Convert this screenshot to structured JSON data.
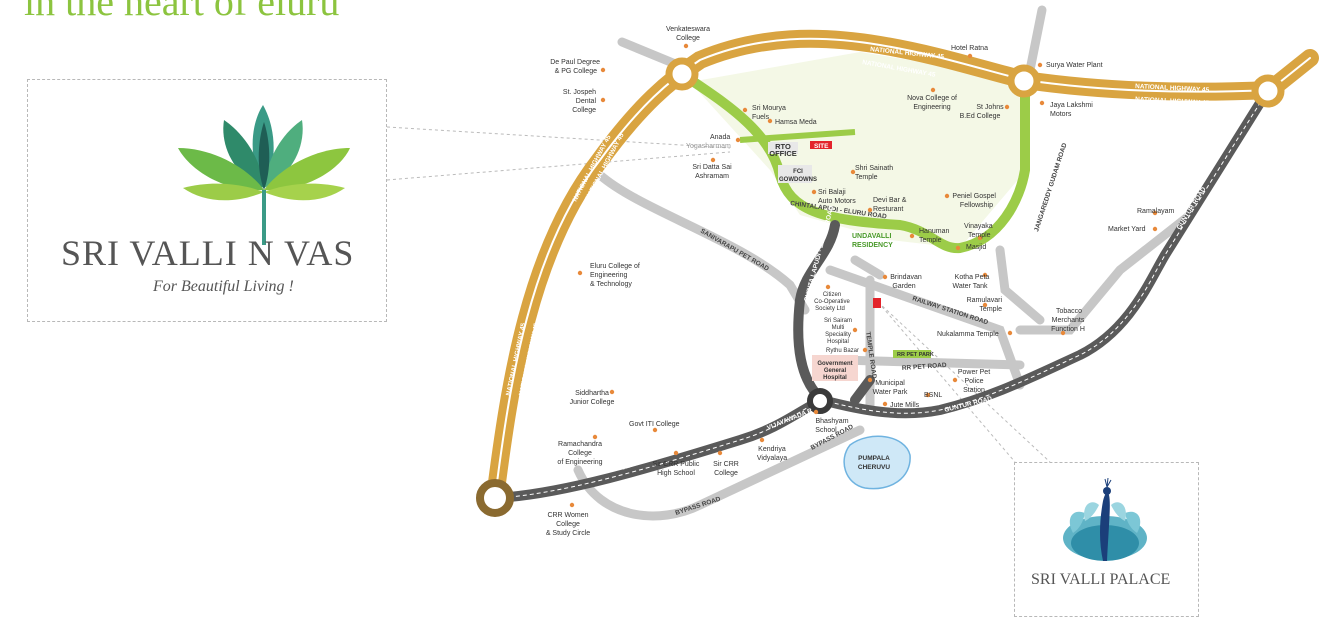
{
  "headline": "in the heart of eluru",
  "brand_left": {
    "name": "SRI VALLI N VAS",
    "tagline": "For Beautiful Living !"
  },
  "brand_right": {
    "name": "SRI VALLI PALACE"
  },
  "colors": {
    "highway": "#d9a441",
    "connector": "#9ccc48",
    "main_road": "#5a5a5a",
    "minor_road": "#c7c7c7",
    "landmark_dot": "#e8893a",
    "site": "#e3242b"
  },
  "roads": {
    "nh45_top1": "NATIONAL HIGHWAY 45",
    "nh45_top2": "NATIONAL HIGHWAY 45",
    "nh45_right1": "NATIONAL HIGHWAY 45",
    "nh45_right2": "NATIONAL HIGHWAY 45",
    "nh45_left1": "NATIONAL HIGHWAY 45",
    "nh45_left2": "NATIONAL HIGHWAY 45",
    "nh45_slant1": "NATIONAL HIGHWAY 45",
    "nh45_slant2": "NATIONAL HIGHWAY 45",
    "sanivarapu": "SANIVARAPU PET ROAD",
    "chintalapudi_eluru": "CHINTALAPUDI - ELURU ROAD",
    "chinta_lapudi_eluru": "CHINTA LAPUDI - ELURU ROAD",
    "jangareddy": "JANGAREDDY GUDAM ROAD",
    "guntur_upper": "GUNTUR ROAD",
    "guntur_lower": "GUNTUR ROAD",
    "railway_station": "RAILWAY STATION ROAD",
    "temple": "TEMPLE ROAD",
    "rr_pet": "RR PET ROAD",
    "vijayawada1": "VIJAYAWADA ROAD",
    "vijayawada2": "VIJAYAWADA R",
    "bypass1": "BYPASS ROAD",
    "bypass2": "BYPASS ROAD"
  },
  "landmarks": {
    "venkateswara": [
      "Venkateswara",
      "College"
    ],
    "depaul": [
      "De Paul Degree",
      "& PG College"
    ],
    "stjospeh": [
      "St. Jospeh",
      "Dental",
      "College"
    ],
    "srimourya": [
      "Sri Mourya",
      "Fuels"
    ],
    "hamsameda": [
      "Hamsa Meda"
    ],
    "anada": [
      "Anada"
    ],
    "yogasharmam": [
      "Yogasharmam"
    ],
    "sridatta": [
      "Sri Datta Sai",
      "Ashramam"
    ],
    "rto": [
      "RTO",
      "OFFICE"
    ],
    "site": [
      "SITE"
    ],
    "fci": [
      "FCI",
      "GOWDOWNS"
    ],
    "shrisainath": [
      "Shri Sainath",
      "Temple"
    ],
    "sribalaji": [
      "Sri Balaji",
      "Auto Motors"
    ],
    "devibar": [
      "Devi Bar &",
      "Resturant"
    ],
    "hotelratna": [
      "Hotel Ratna"
    ],
    "suryawater": [
      "Surya Water Plant"
    ],
    "nova": [
      "Nova College of",
      "Engineering"
    ],
    "stjohns": [
      "St Johns",
      "B.Ed College"
    ],
    "jayalakshmi": [
      "Jaya Lakshmi",
      "Motors"
    ],
    "peniel": [
      "Peniel Gospel",
      "Fellowship"
    ],
    "vinayaka": [
      "Vinayaka",
      "Temple"
    ],
    "masjid": [
      "Masjid"
    ],
    "hanuman": [
      "Hanuman",
      "Temple"
    ],
    "undavalli": [
      "UNDAVALLI",
      "RESIDENCY"
    ],
    "elurucoe": [
      "Eluru College of",
      "Engineering",
      "& Technology"
    ],
    "brindavan": [
      "Brindavan",
      "Garden"
    ],
    "kothapeta": [
      "Kotha Peta",
      "Water Tank"
    ],
    "ramulavari": [
      "Ramulavari",
      "Temple"
    ],
    "nukalamma": [
      "Nukalamma Temple"
    ],
    "ramalayam": [
      "Ramalayam"
    ],
    "marketyard": [
      "Market Yard"
    ],
    "tobacco": [
      "Tobacco",
      "Merchants",
      "Function H"
    ],
    "citizen": [
      "Citizen",
      "Co-Operative",
      "Society Ltd"
    ],
    "srisairam": [
      "Sri Sairam",
      "Multi",
      "Speciality",
      "Hospital"
    ],
    "rythu": [
      "Rythu Bazar"
    ],
    "govthospital": [
      "Government",
      "General",
      "Hospital"
    ],
    "rrpetpark": [
      "RR PET PARK"
    ],
    "municipal": [
      "Municipal",
      "Water Park"
    ],
    "jutemills": [
      "Jute Mills"
    ],
    "bsnl": [
      "BSNL"
    ],
    "powerpet": [
      "Power Pet",
      "Police",
      "Station"
    ],
    "siddhartha": [
      "Siddhartha",
      "Junior College"
    ],
    "govtiti": [
      "Govt ITI College"
    ],
    "ramachandra": [
      "Ramachandra",
      "College",
      "of Engineering"
    ],
    "sircrrpublic": [
      "Sir CRR Public",
      "High School"
    ],
    "sircrr": [
      "Sir CRR",
      "College"
    ],
    "kendriya": [
      "Kendriya",
      "Vidyalaya"
    ],
    "bhashyam": [
      "Bhashyam",
      "School"
    ],
    "pumpala": [
      "PUMPALA",
      "CHERUVU"
    ],
    "crrwomen": [
      "CRR Women",
      "College",
      "& Study Circle"
    ]
  }
}
